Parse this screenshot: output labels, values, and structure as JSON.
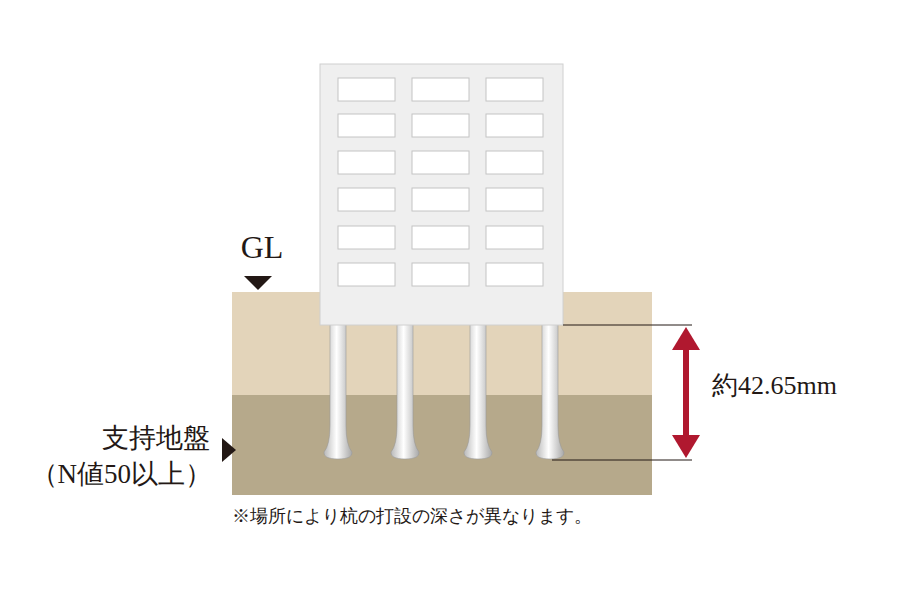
{
  "diagram": {
    "labels": [
      "GL",
      "支持地盤",
      "（N値50以上）",
      "約42.65mm",
      "※場所により杭の打設の深さが異なります。"
    ]
  }
}
